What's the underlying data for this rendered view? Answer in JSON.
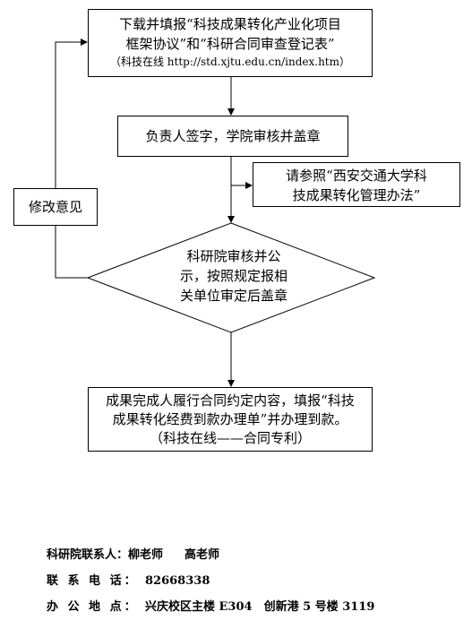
{
  "flow": {
    "download_box": {
      "line1": "下载并填报“科技成果转化产业化项目",
      "line2": "框架协议”和“科研合同审查登记表”",
      "line3": "（科技在线 http://std.xjtu.edu.cn/index.htm）"
    },
    "sign_box": {
      "line1": "负责人签字，学院审核并盖章"
    },
    "refer_box": {
      "line1": "请参照“西安交通大学科",
      "line2": "技成果转化管理办法”"
    },
    "revise_box": {
      "line1": "修改意见"
    },
    "decision": {
      "line1": "科研院审核并公",
      "line2": "示，按照规定报相",
      "line3": "关单位审定后盖章"
    },
    "complete_box": {
      "line1": "成果完成人履行合同约定内容，填报“科技",
      "line2": "成果转化经费到款办理单”并办理到款。",
      "line3": "（科技在线——合同专利）"
    }
  },
  "contacts": {
    "person_label": "科研院联系人：",
    "person_value1": "柳老师",
    "person_value2": "高老师",
    "phone_label": "联 系 电 话：",
    "phone_value": "82668338",
    "address_label": "办 公 地 点：",
    "address_value": "兴庆校区主楼 E304　创新港 5 号楼 3119"
  }
}
